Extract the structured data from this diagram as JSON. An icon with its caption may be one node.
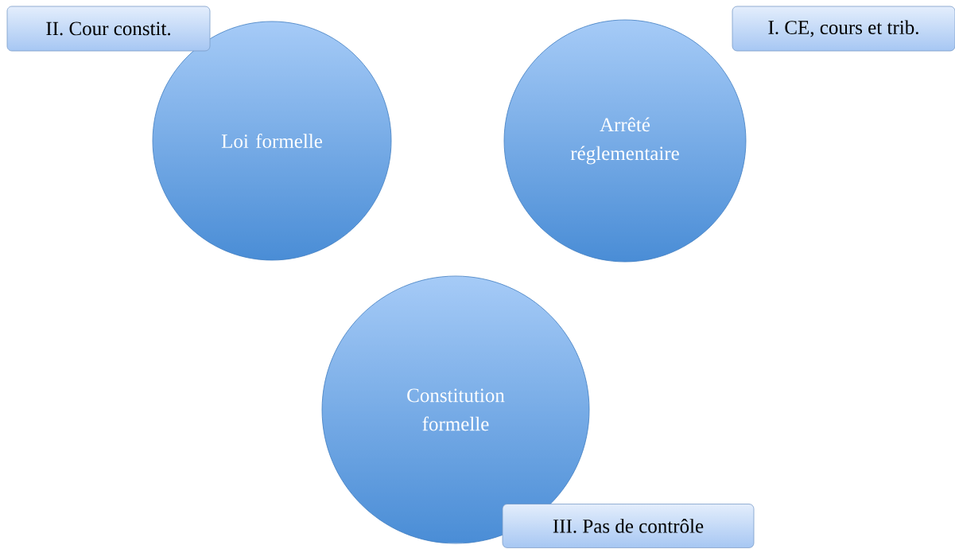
{
  "diagram": {
    "nodes": [
      {
        "text": [
          "II. Cour constit."
        ]
      },
      {
        "text": [
          "Loi formelle"
        ]
      },
      {
        "text": [
          "I. CE, cours et trib."
        ]
      },
      {
        "text": [
          "Arrêté réglementaire"
        ]
      },
      {
        "text": [
          "Constitution formelle"
        ]
      },
      {
        "text": [
          "III. Pas de contrôle"
        ]
      }
    ]
  }
}
